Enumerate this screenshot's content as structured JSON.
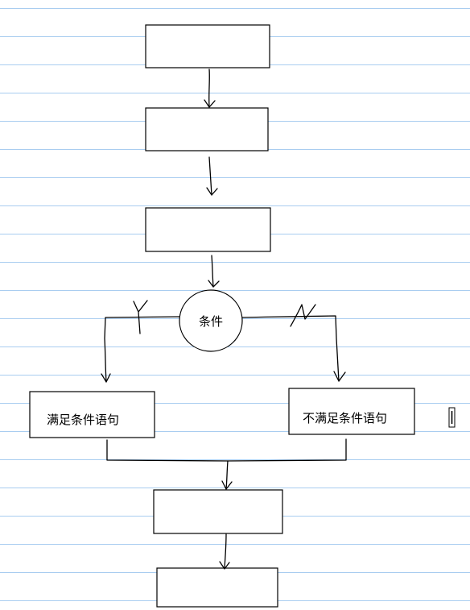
{
  "page": {
    "ruled_line_color": "#a9cdf0",
    "ink_color": "#000000",
    "background": "#ffffff"
  },
  "decision": {
    "label": "条件"
  },
  "branch_yes": {
    "marker": "Y",
    "statement": "满足条件语句"
  },
  "branch_no": {
    "marker": "N",
    "statement": "不满足条件语句"
  },
  "editor": {
    "caret_icon": "text-cursor-icon"
  }
}
